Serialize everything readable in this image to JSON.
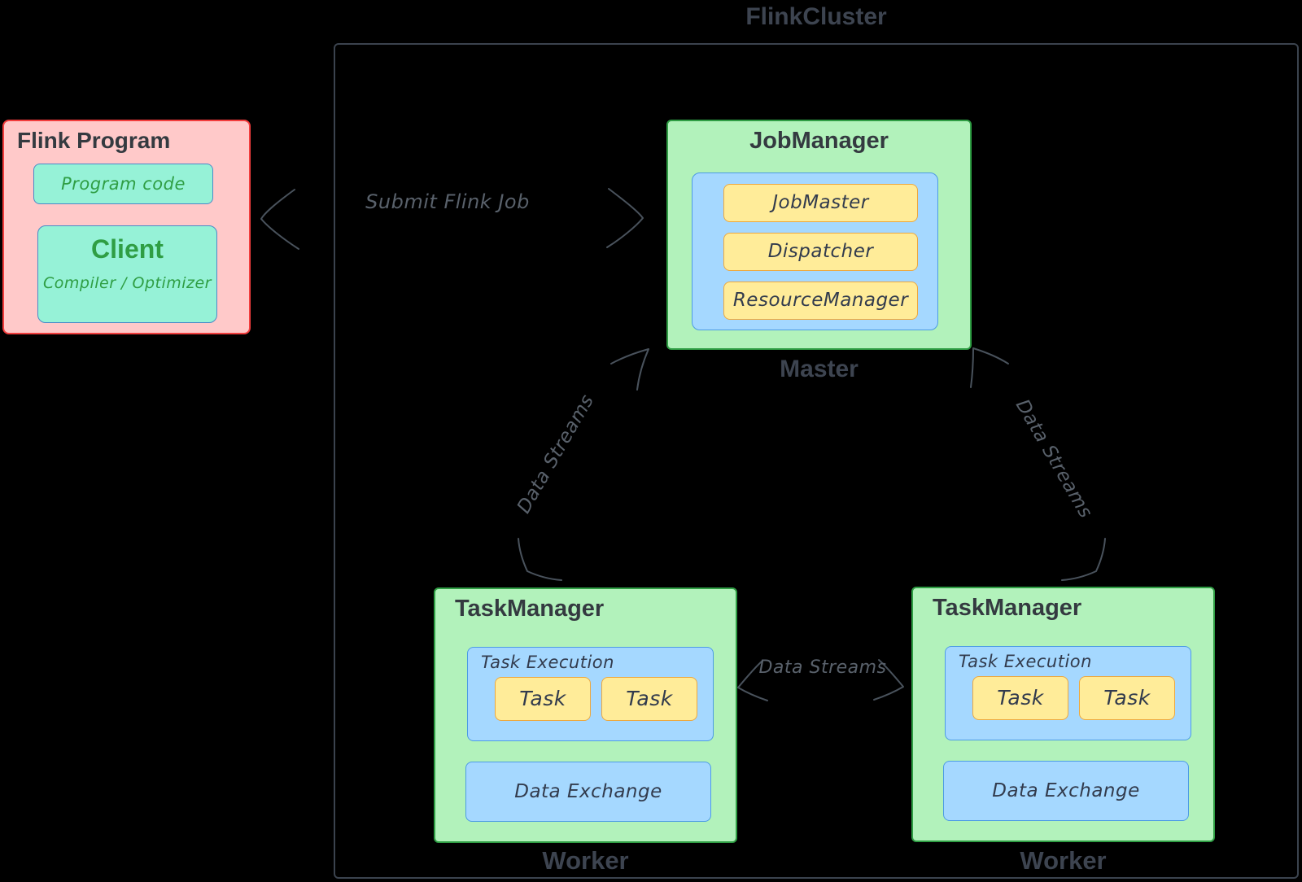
{
  "cluster": {
    "title": "FlinkCluster"
  },
  "flink_program": {
    "title": "Flink Program",
    "program_code_label": "Program code",
    "client_title": "Client",
    "client_subtitle": "Compiler / Optimizer"
  },
  "job_manager": {
    "title": "JobManager",
    "components": [
      "JobMaster",
      "Dispatcher",
      "ResourceManager"
    ],
    "role_label": "Master"
  },
  "task_managers": [
    {
      "title": "TaskManager",
      "execution_label": "Task Execution",
      "tasks": [
        "Task",
        "Task"
      ],
      "exchange_label": "Data Exchange",
      "role_label": "Worker"
    },
    {
      "title": "TaskManager",
      "execution_label": "Task Execution",
      "tasks": [
        "Task",
        "Task"
      ],
      "exchange_label": "Data Exchange",
      "role_label": "Worker"
    }
  ],
  "edges": {
    "submit_label": "Submit Flink Job",
    "left_stream_label": "Data Streams",
    "right_stream_label": "Data Streams",
    "middle_stream_label": "Data Streams"
  },
  "colors": {
    "background": "#000000",
    "cluster_border": "#3b434e",
    "program_fill": "#ffc9c9",
    "program_border": "#f23d3d",
    "teal_fill": "#96f2d7",
    "teal_border": "#4b89c8",
    "green_fill": "#b2f2bb",
    "green_border": "#2f9e44",
    "blue_fill": "#a5d8ff",
    "blue_border": "#4d9be4",
    "yellow_fill": "#ffec99",
    "yellow_border": "#eda83f",
    "dark_text": "#343a40",
    "green_text": "#2f9e44",
    "gray_text": "#3d4450",
    "edge_stroke": "#49525c"
  }
}
